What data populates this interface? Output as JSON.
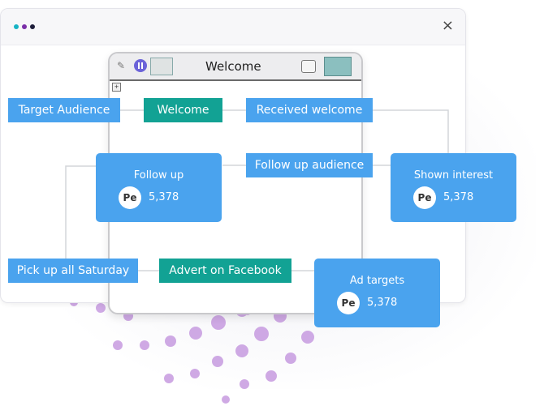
{
  "window": {
    "close_icon": "×",
    "dot_colors": [
      "#16b3c4",
      "#7a2fa8",
      "#1d1d3a"
    ]
  },
  "inner_window": {
    "title": "Welcome",
    "zoom_icon": "🔍"
  },
  "labels": {
    "target_audience": "Target Audience",
    "welcome": "Welcome",
    "received_welcome": "Received welcome",
    "follow_up_audience": "Follow up audience",
    "pick_up_saturday": "Pick up all Saturday",
    "advert_facebook": "Advert on Facebook"
  },
  "cards": [
    {
      "title": "Follow up",
      "avatar": "Pe",
      "count": "5,378"
    },
    {
      "title": "Shown interest",
      "avatar": "Pe",
      "count": "5,378"
    },
    {
      "title": "Ad targets",
      "avatar": "Pe",
      "count": "5,378"
    }
  ],
  "colors": {
    "blue": "#4aa3ee",
    "teal": "#12a294",
    "dots": "#c79be0",
    "pause": "#6b63d9"
  }
}
